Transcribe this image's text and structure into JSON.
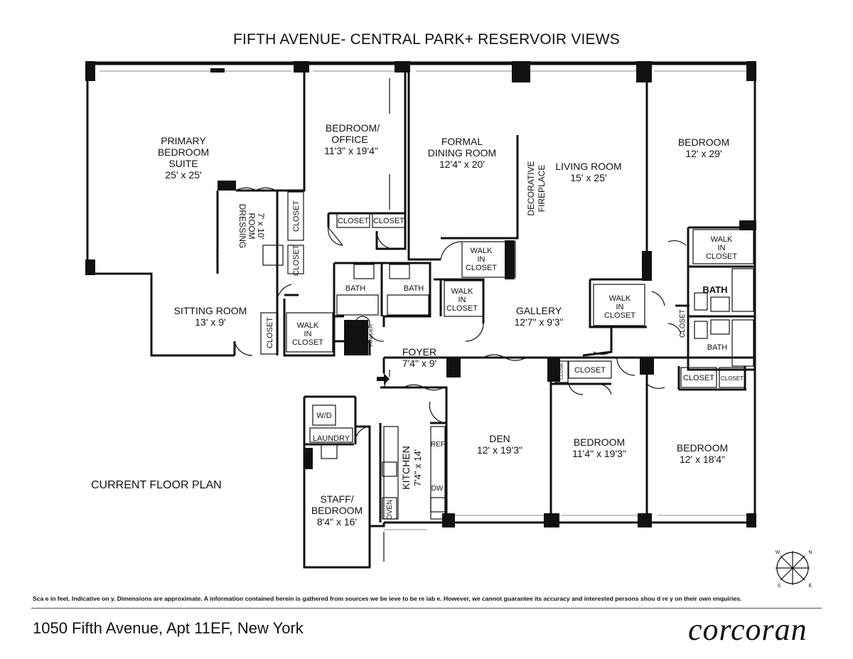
{
  "title": "FIFTH AVENUE- CENTRAL PARK+ RESERVOIR VIEWS",
  "plan_label": "CURRENT FLOOR PLAN",
  "disclaimer": "Sca e in feet. Indicative on y. Dimensions are approximate. A  information contained herein is gathered from sources we be ieve to be re iab e. However, we cannot guarantee its accuracy and interested persons shou d re y on their own enquiries.",
  "address": "1050 Fifth Avenue, Apt 11EF, New York",
  "brand": "corcoran",
  "compass": {
    "n": "N",
    "s": "S",
    "e": "E",
    "w": "W"
  },
  "rooms": {
    "primary": {
      "l1": "PRIMARY",
      "l2": "BEDROOM",
      "l3": "SUITE",
      "dim": "25' x 25'"
    },
    "bedroom_office": {
      "l1": "BEDROOM/",
      "l2": "OFFICE",
      "dim": "11'3\" x 19'4\""
    },
    "dining": {
      "l1": "FORMAL",
      "l2": "DINING ROOM",
      "dim": "12'4\" x 20'"
    },
    "living": {
      "l1": "LIVING ROOM",
      "dim": "15' x 25'"
    },
    "bedroom_ne": {
      "l1": "BEDROOM",
      "dim": "12' x 29'"
    },
    "dressing": {
      "l1": "DRESSING",
      "l2": "ROOM",
      "dim": "7' x 10'"
    },
    "fireplace": {
      "l1": "DECORATIVE",
      "l2": "FIREPLACE"
    },
    "sitting": {
      "l1": "SITTING ROOM",
      "dim": "13' x 9'"
    },
    "gallery": {
      "l1": "GALLERY",
      "dim": "12'7\" x 9'3\""
    },
    "foyer": {
      "l1": "FOYER",
      "dim": "7'4\" x 9'"
    },
    "den": {
      "l1": "DEN",
      "dim": "12' x 19'3\""
    },
    "bedroom_mid": {
      "l1": "BEDROOM",
      "dim": "11'4\" x 19'3\""
    },
    "bedroom_se": {
      "l1": "BEDROOM",
      "dim": "12' x 18'4\""
    },
    "kitchen": {
      "l1": "KITCHEN",
      "dim": "7'4\" x 14'"
    },
    "staff": {
      "l1": "STAFF/",
      "l2": "BEDROOM",
      "dim": "8'4\" x 16'"
    }
  },
  "labels": {
    "closet": "CLOSET",
    "walk": "WALK",
    "in": "IN",
    "bath": "BATH",
    "powder": "POWDER",
    "laundry": "LAUNDRY",
    "wd": "W/D",
    "ref": "REF",
    "dw": "DW",
    "oven": "OVEN"
  }
}
